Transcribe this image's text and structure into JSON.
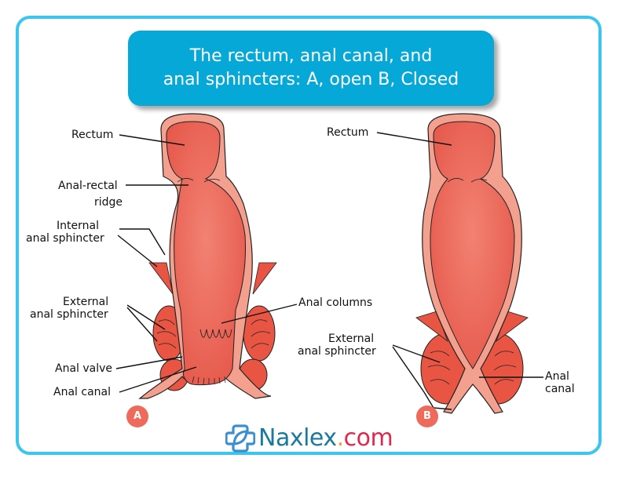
{
  "title": {
    "line1": "The rectum, anal canal, and",
    "line2": "anal sphincters: A, open B, Closed"
  },
  "figure_a": {
    "badge": "A",
    "labels": {
      "rectum": "Rectum",
      "anal_rectal_ridge_1": "Anal-rectal",
      "anal_rectal_ridge_2": "ridge",
      "internal_sphincter_1": "Internal",
      "internal_sphincter_2": "anal sphincter",
      "external_sphincter_1": "External",
      "external_sphincter_2": "anal sphincter",
      "anal_valve": "Anal valve",
      "anal_canal": "Anal canal",
      "anal_columns": "Anal columns"
    }
  },
  "figure_b": {
    "badge": "B",
    "labels": {
      "rectum": "Rectum",
      "external_sphincter_1": "External",
      "external_sphincter_2": "anal sphincter",
      "anal_canal_1": "Anal",
      "anal_canal_2": "canal"
    }
  },
  "logo": {
    "icon": "cross-leaf-icon",
    "name": "Naxlex",
    "dot": ".",
    "tld": "com"
  },
  "colors": {
    "frame": "#3cc6ef",
    "title_bg": "#05a8d6",
    "tissue": "#ee6a5a",
    "tissue_light": "#f3a08f",
    "badge": "#ee6a5a"
  }
}
